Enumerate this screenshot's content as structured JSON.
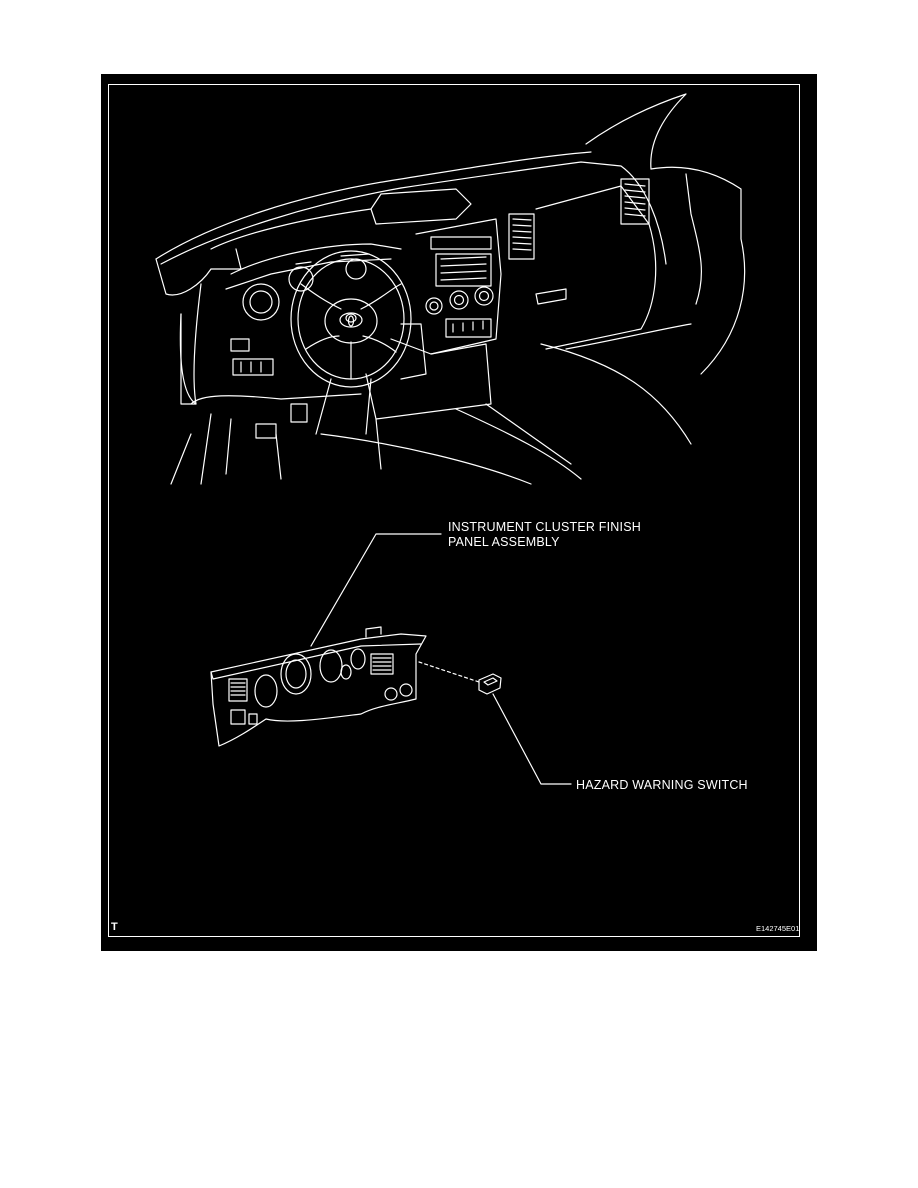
{
  "figure": {
    "colors": {
      "background": "#000000",
      "lines": "#ffffff",
      "page": "#ffffff"
    },
    "labels": {
      "cluster_panel_line1": "INSTRUMENT CLUSTER FINISH",
      "cluster_panel_line2": "PANEL ASSEMBLY",
      "hazard_switch": "HAZARD WARNING SWITCH"
    },
    "corner_mark": "T",
    "figure_id": "E142745E01",
    "icons": [
      "toyota-emblem-icon"
    ]
  }
}
